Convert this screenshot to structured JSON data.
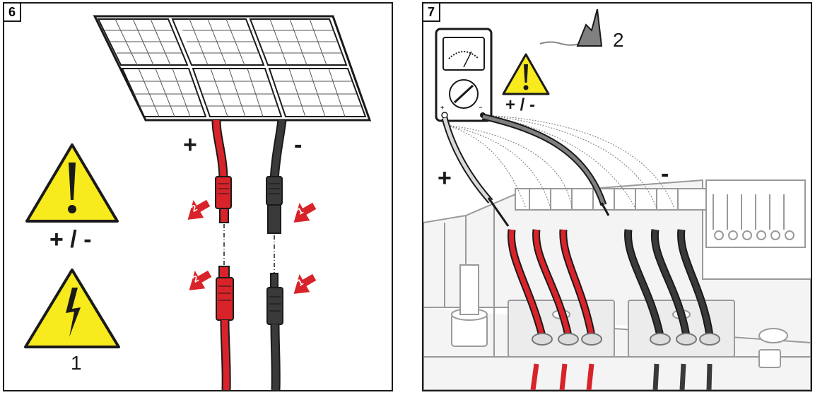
{
  "panel_6": {
    "step": "6",
    "plus": "+",
    "minus": "-",
    "warning_polarity": "+ / -",
    "hazard_ref": "1",
    "connector_steps": [
      "2",
      "1",
      "2",
      "1"
    ]
  },
  "panel_7": {
    "step": "7",
    "plus": "+",
    "minus": "-",
    "warning_polarity": "+ / -",
    "mountain_ref": "2",
    "meter_plus": "+",
    "meter_minus": "−"
  },
  "colors": {
    "warning_yellow": "#f7ea1d",
    "cable_red": "#d8232a",
    "cable_black": "#3a3a3a",
    "outline": "#1a1a1a"
  }
}
